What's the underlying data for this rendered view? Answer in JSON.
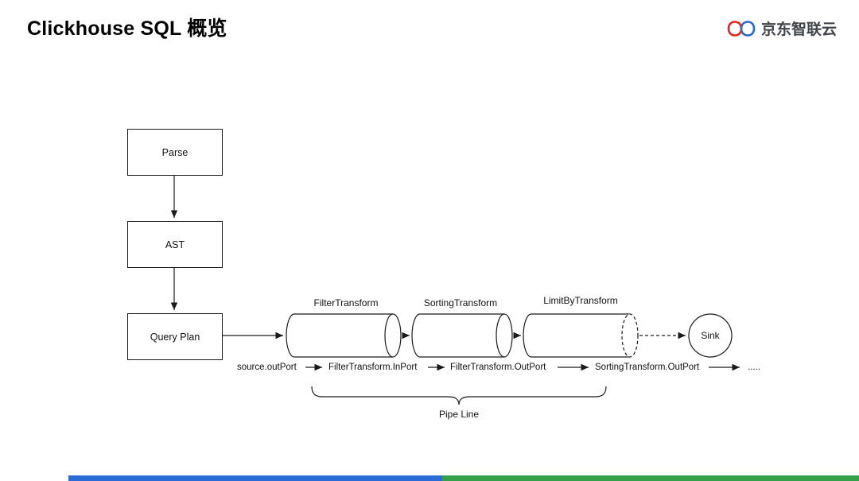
{
  "header": {
    "title": "Clickhouse SQL 概览",
    "logo": {
      "text": "京东智联云",
      "icon": "jd-cloud-infinity-icon"
    }
  },
  "diagram": {
    "flow": {
      "parse": "Parse",
      "ast": "AST",
      "query_plan": "Query Plan"
    },
    "cylinders": [
      "FilterTransform",
      "SortingTransform",
      "LimitByTransform"
    ],
    "sink": "Sink",
    "ports": [
      "source.outPort",
      "FilterTransform.InPort",
      "FilterTransform.OutPort",
      "SortingTransform.OutPort",
      "....."
    ],
    "pipeline_label": "Pipe Line"
  },
  "colors": {
    "line": "#1a1a1a",
    "stripe_blue": "#2b6bd8",
    "stripe_green": "#33a04a",
    "logo_red": "#e1251b",
    "logo_blue": "#2867ce",
    "logo_text": "#3f444a"
  }
}
